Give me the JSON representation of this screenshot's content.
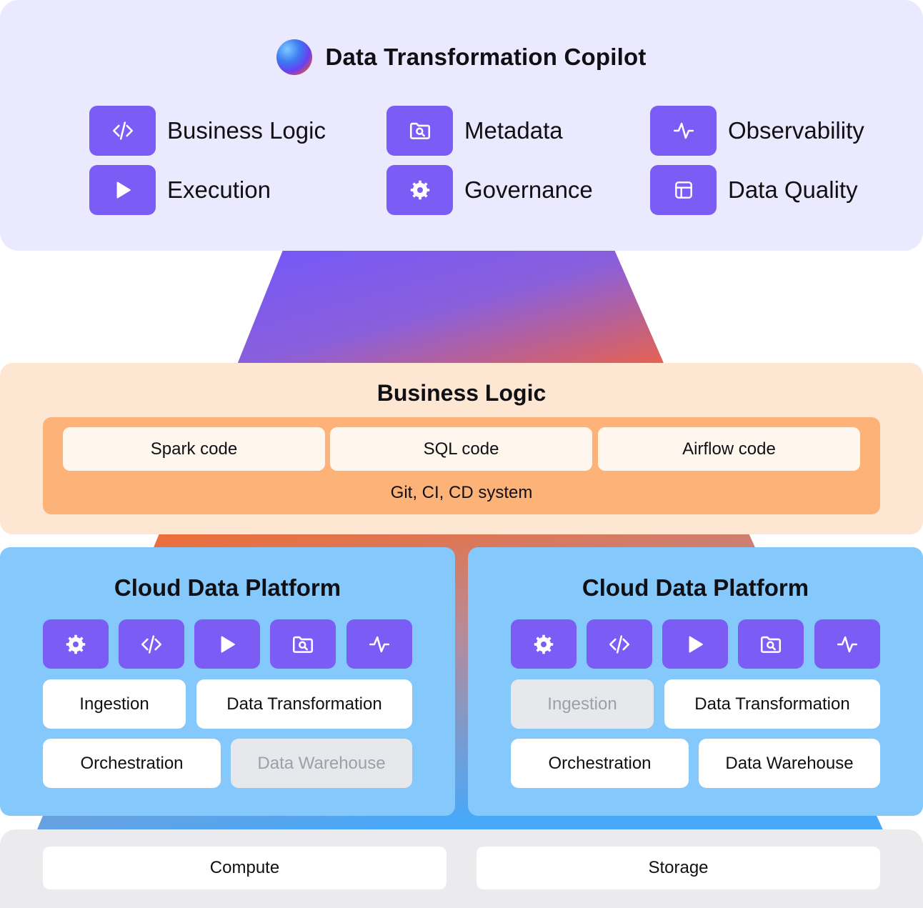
{
  "copilot": {
    "title": "Data Transformation Copilot",
    "features": [
      {
        "label": "Business Logic",
        "icon": "code-icon"
      },
      {
        "label": "Metadata",
        "icon": "folder-search-icon"
      },
      {
        "label": "Observability",
        "icon": "pulse-icon"
      },
      {
        "label": "Execution",
        "icon": "play-icon"
      },
      {
        "label": "Governance",
        "icon": "gear-icon"
      },
      {
        "label": "Data Quality",
        "icon": "table-icon"
      }
    ]
  },
  "business_logic": {
    "title": "Business Logic",
    "code_items": [
      "Spark code",
      "SQL code",
      "Airflow code"
    ],
    "footer": "Git, CI, CD system"
  },
  "platforms": [
    {
      "title": "Cloud Data Platform",
      "icons": [
        "gear-icon",
        "code-icon",
        "play-icon",
        "folder-search-icon",
        "pulse-icon"
      ],
      "components": [
        {
          "label": "Ingestion",
          "enabled": true
        },
        {
          "label": "Data Transformation",
          "enabled": true
        },
        {
          "label": "Orchestration",
          "enabled": true
        },
        {
          "label": "Data Warehouse",
          "enabled": false
        }
      ]
    },
    {
      "title": "Cloud Data Platform",
      "icons": [
        "gear-icon",
        "code-icon",
        "play-icon",
        "folder-search-icon",
        "pulse-icon"
      ],
      "components": [
        {
          "label": "Ingestion",
          "enabled": false
        },
        {
          "label": "Data Transformation",
          "enabled": true
        },
        {
          "label": "Orchestration",
          "enabled": true
        },
        {
          "label": "Data Warehouse",
          "enabled": true
        }
      ]
    }
  ],
  "infrastructure": {
    "items": [
      "Compute",
      "Storage"
    ]
  },
  "colors": {
    "icon_tile": "#7b5cf5",
    "copilot_bg": "#ebe9fd",
    "business_logic_bg": "#fde6d2",
    "business_logic_inner": "#fdb277",
    "platform_bg": "#85c8fb",
    "disabled_pill": "#e6e8ec",
    "infrastructure_bg": "#ebebee"
  }
}
